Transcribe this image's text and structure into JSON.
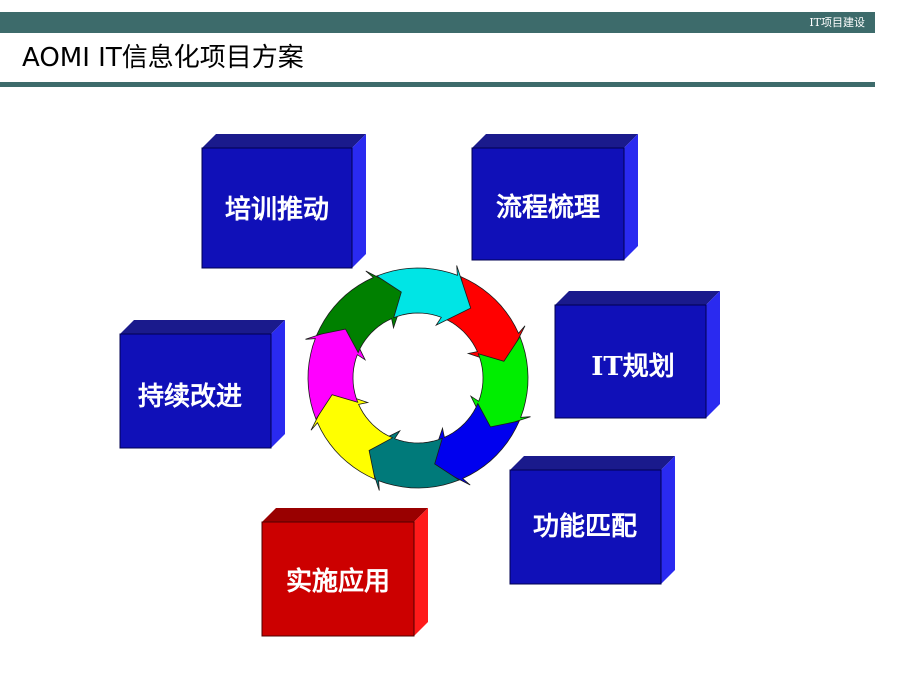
{
  "header": {
    "section_label": "IT项目建设",
    "title": "AOMI IT信息化项目方案"
  },
  "boxes": [
    {
      "label": "培训推动"
    },
    {
      "label": "流程梳理"
    },
    {
      "label": "IT规划"
    },
    {
      "label": "功能匹配"
    },
    {
      "label": "实施应用"
    },
    {
      "label": "持续改进"
    }
  ],
  "colors": {
    "header_bar": "#3d6b6b",
    "box_blue_front": "#1010b8",
    "box_blue_top": "#1a1a8c",
    "box_blue_side": "#2a2af0",
    "box_red_front": "#cc0000",
    "box_red_top": "#990000",
    "box_red_side": "#ff1a1a",
    "cycle_segments": [
      "#ff0000",
      "#00ee00",
      "#0000ee",
      "#007a7a",
      "#ffff00",
      "#ff00ff",
      "#008000",
      "#00e5e5"
    ]
  }
}
